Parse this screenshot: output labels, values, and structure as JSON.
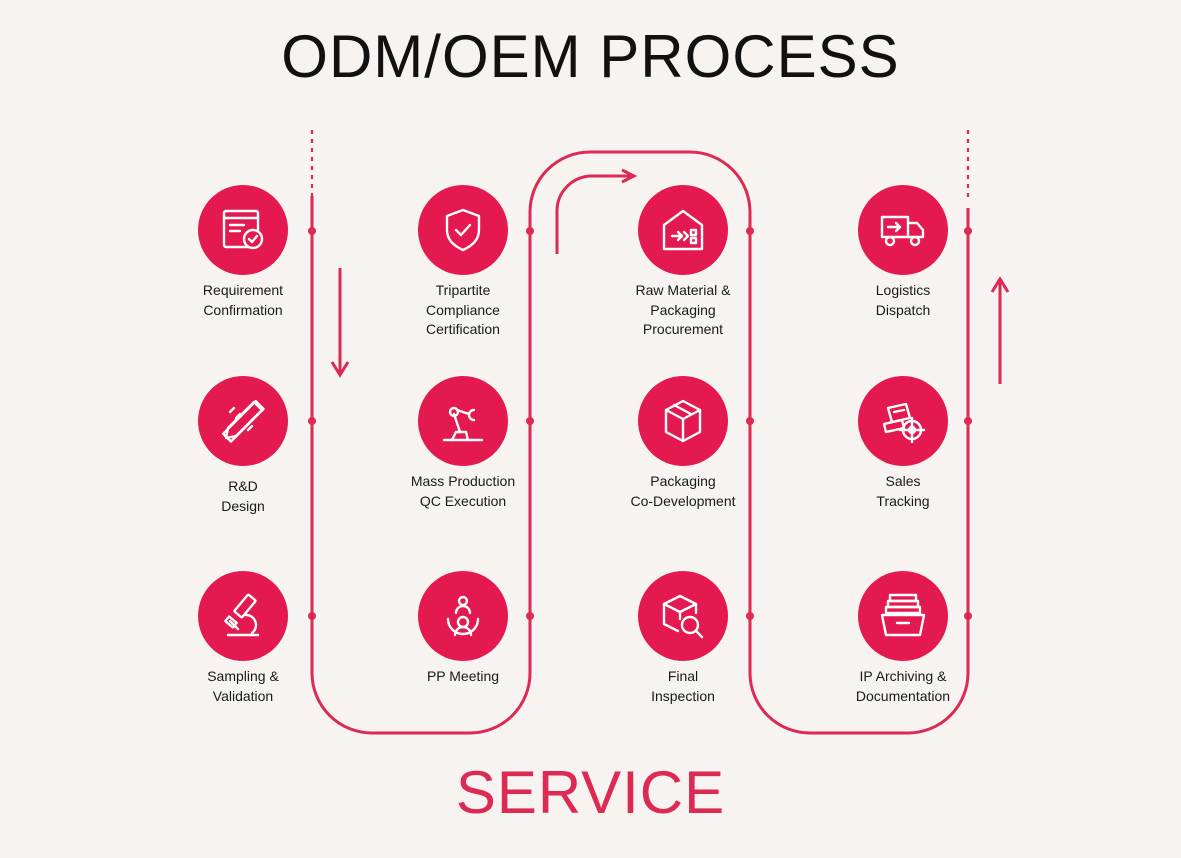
{
  "title": "ODM/OEM PROCESS",
  "footer": "SERVICE",
  "colors": {
    "accent": "#e3194f",
    "line": "#dc2a55",
    "background": "#f6f3f0"
  },
  "steps": [
    {
      "label": "Requirement\nConfirmation",
      "icon": "document-check-icon"
    },
    {
      "label": "R&D\nDesign",
      "icon": "ruler-pencil-icon"
    },
    {
      "label": "Sampling &\nValidation",
      "icon": "microscope-icon"
    },
    {
      "label": "PP Meeting",
      "icon": "meeting-people-icon"
    },
    {
      "label": "Mass Production\nQC Execution",
      "icon": "robot-arm-icon"
    },
    {
      "label": "Tripartite\nCompliance\nCertification",
      "icon": "shield-check-icon"
    },
    {
      "label": "Raw Material &\nPackaging\nProcurement",
      "icon": "warehouse-icon"
    },
    {
      "label": "Packaging\nCo-Development",
      "icon": "package-box-icon"
    },
    {
      "label": "Final\nInspection",
      "icon": "box-magnifier-icon"
    },
    {
      "label": "IP Archiving &\nDocumentation",
      "icon": "file-drawer-icon"
    },
    {
      "label": "Sales\nTracking",
      "icon": "target-chart-icon"
    },
    {
      "label": "Logistics\nDispatch",
      "icon": "delivery-truck-icon"
    }
  ]
}
